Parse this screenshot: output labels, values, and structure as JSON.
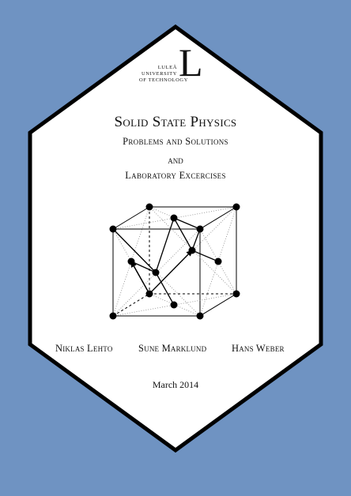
{
  "logo": {
    "line1": "LULEÅ",
    "line2": "UNIVERSITY",
    "line3": "OF TECHNOLOGY",
    "letter": "L"
  },
  "title": "Solid State Physics",
  "subtitle1": "Problems and Solutions",
  "subtitle2": "and",
  "subtitle3": "Laboratory Excercises",
  "authors": [
    "Niklas Lehto",
    "Sune Marklund",
    "Hans Weber"
  ],
  "date": "March 2014",
  "colors": {
    "background": "#6f93c2",
    "hexagon_fill": "#ffffff",
    "hexagon_border": "#000000"
  },
  "illustration": "diamond-cubic-crystal-structure"
}
